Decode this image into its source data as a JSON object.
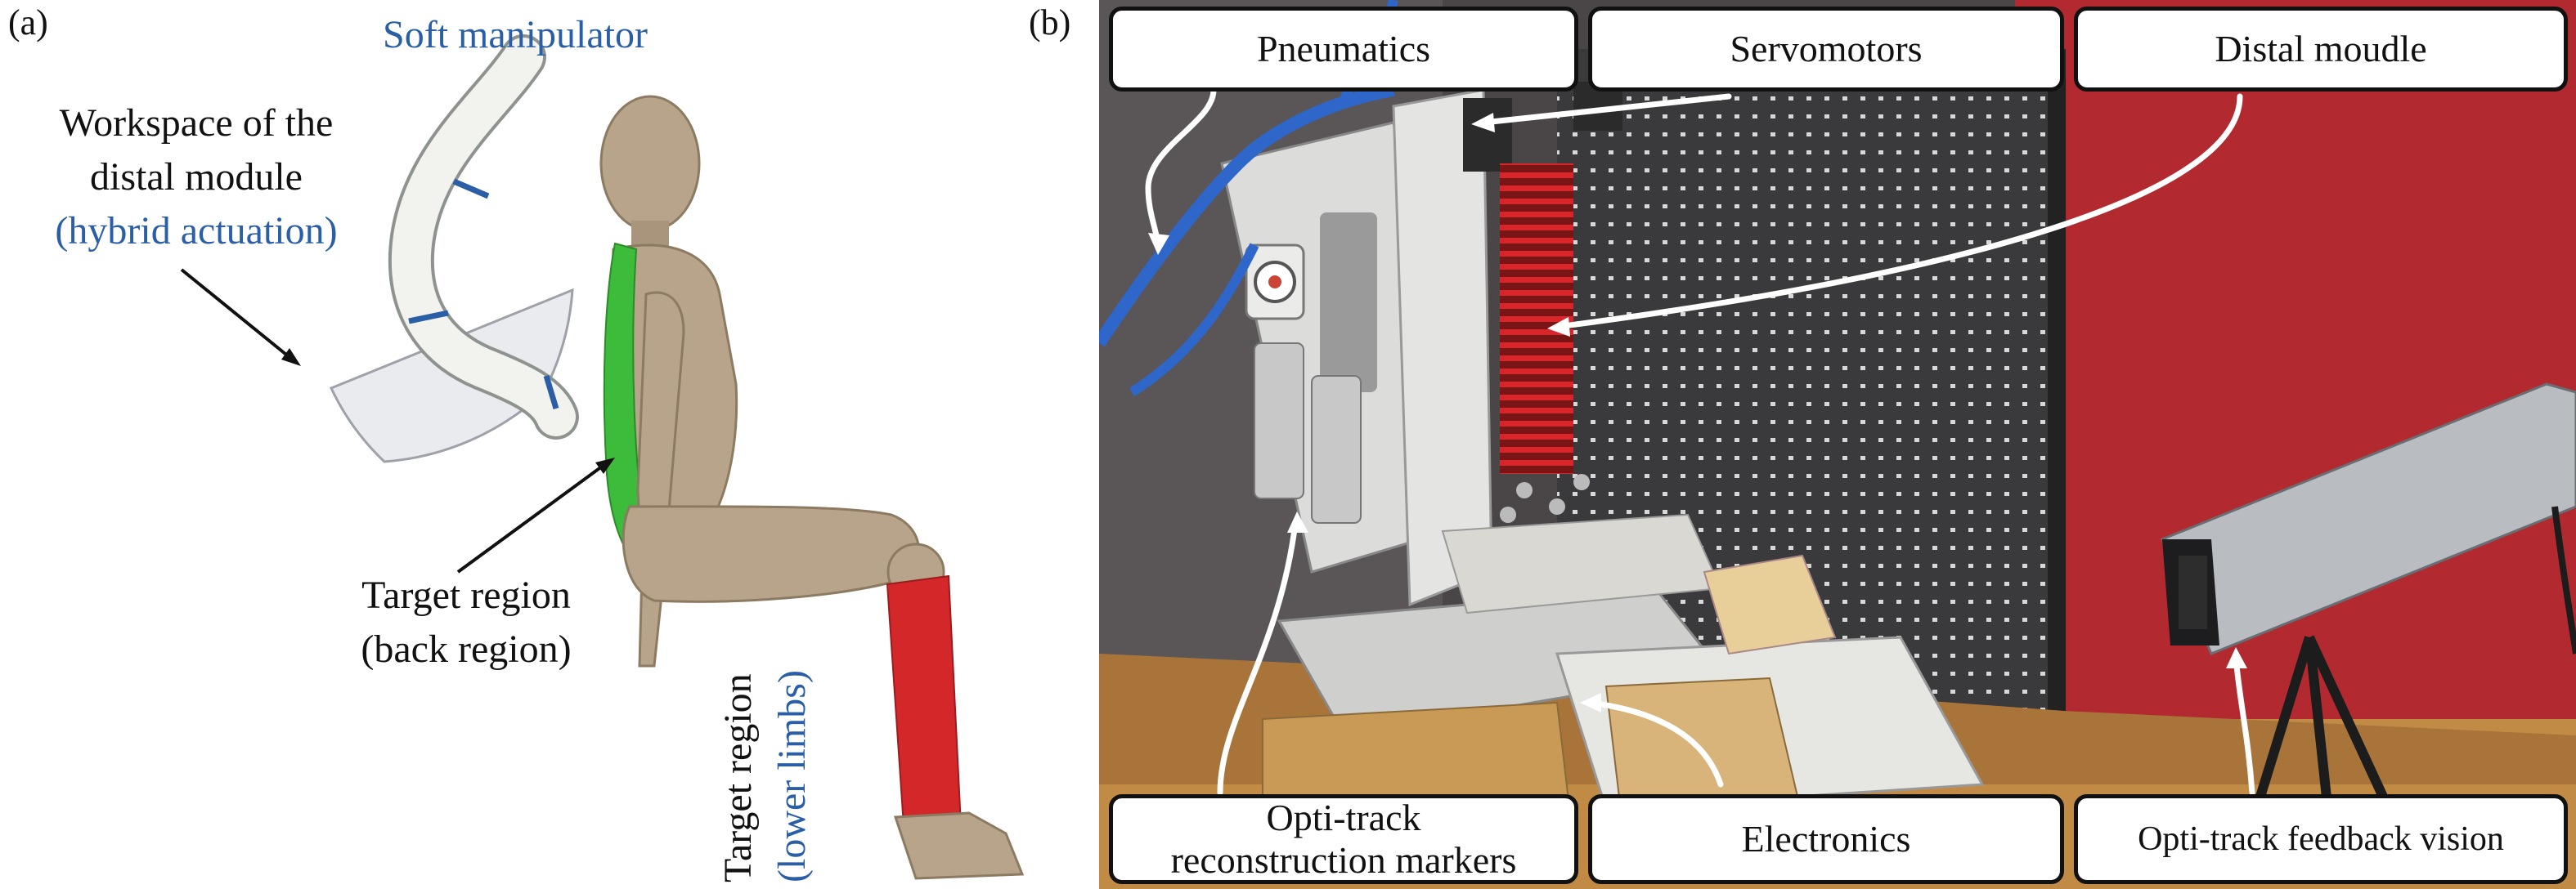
{
  "panel_a": {
    "label": "(a)",
    "soft_manipulator": "Soft manipulator",
    "workspace_line1": "Workspace of the",
    "workspace_line2": "distal module",
    "workspace_line3": "(hybrid actuation)",
    "target_back_line1": "Target region",
    "target_back_line2": "(back region)",
    "target_limbs_line1": "Target region",
    "target_limbs_line2": "(lower limbs)"
  },
  "panel_b": {
    "label": "(b)",
    "callouts": {
      "pneumatics": "Pneumatics",
      "servomotors": "Servomotors",
      "distal_module": "Distal moudle",
      "markers_line1": "Opti-track",
      "markers_line2": "reconstruction markers",
      "electronics": "Electronics",
      "feedback_vision": "Opti-track feedback vision"
    }
  },
  "colors": {
    "manikin": "#b8a48a",
    "back_region": "#3dbb3a",
    "lower_limbs": "#d4272a",
    "manipulator_band": "#2a5fa8",
    "wall_red": "#b22a2f",
    "pegboard": "#3a3a3c"
  }
}
